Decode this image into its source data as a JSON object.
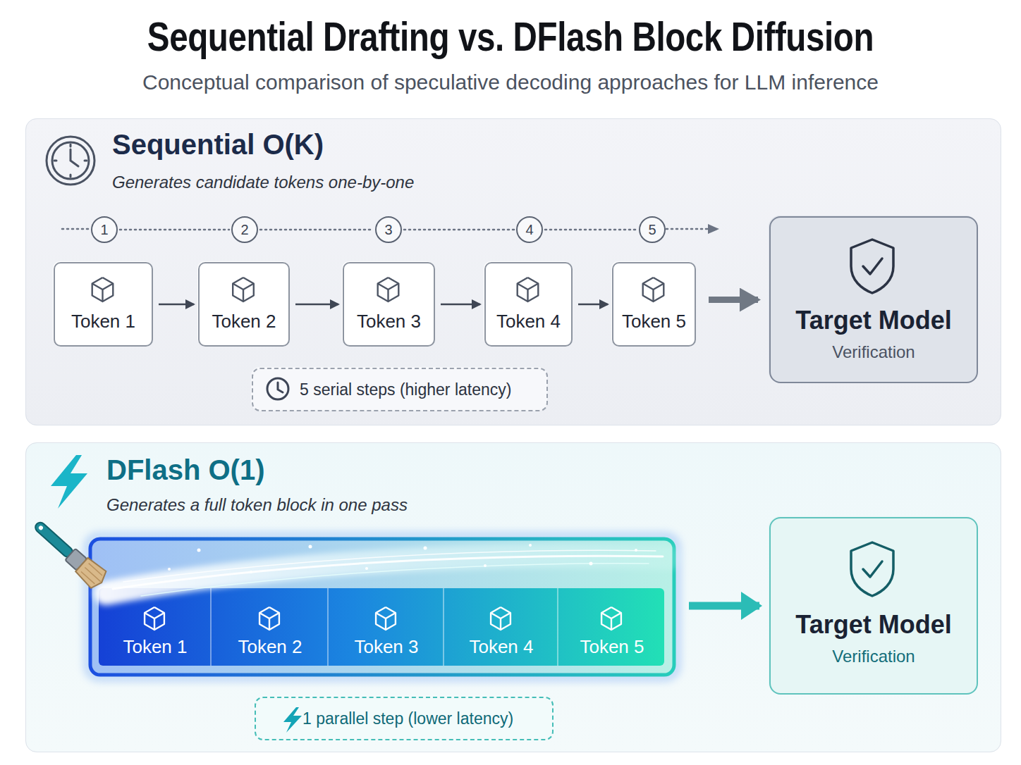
{
  "diagram": {
    "title": "Sequential Drafting vs. DFlash Block Diffusion",
    "caption": "Conceptual comparison of speculative decoding approaches for LLM inference",
    "nodes": [
      {
        "text": [
          "Sequential O(K)",
          "Generates candidate tokens one-by-one"
        ]
      },
      {
        "text": [
          "1"
        ],
        "in": 0
      },
      {
        "text": [
          "2"
        ],
        "in": 0
      },
      {
        "text": [
          "3"
        ],
        "in": 0
      },
      {
        "text": [
          "4"
        ],
        "in": 0
      },
      {
        "text": [
          "5"
        ],
        "in": 0
      },
      {
        "text": [
          "Token 1"
        ],
        "in": 0
      },
      {
        "text": [
          "Token 2"
        ],
        "in": 0
      },
      {
        "text": [
          "Token 3"
        ],
        "in": 0
      },
      {
        "text": [
          "Token 4"
        ],
        "in": 0
      },
      {
        "text": [
          "Token 5"
        ],
        "in": 0
      },
      {
        "text": [
          "Target Model",
          "Verification"
        ],
        "in": 0
      },
      {
        "text": [
          "5 serial steps (higher latency)"
        ],
        "in": 0
      },
      {
        "text": [
          "DFlash O(1)",
          "Generates a full token block in one pass"
        ]
      },
      {
        "text": [
          "Token 1"
        ],
        "in": 13
      },
      {
        "text": [
          "Token 2"
        ],
        "in": 13
      },
      {
        "text": [
          "Token 3"
        ],
        "in": 13
      },
      {
        "text": [
          "Token 4"
        ],
        "in": 13
      },
      {
        "text": [
          "Token 5"
        ],
        "in": 13
      },
      {
        "text": [
          "Target Model",
          "Verification"
        ],
        "in": 13
      },
      {
        "text": [
          "1 parallel step (lower latency)"
        ],
        "in": 13
      }
    ],
    "edges": [
      {
        "from": 1,
        "to": 2,
        "arrow": "none"
      },
      {
        "from": 2,
        "to": 3,
        "arrow": "none"
      },
      {
        "from": 3,
        "to": 4,
        "arrow": "none"
      },
      {
        "from": 4,
        "to": 5,
        "arrow": "none"
      },
      {
        "from": 6,
        "to": 7,
        "arrow": "to"
      },
      {
        "from": 7,
        "to": 8,
        "arrow": "to"
      },
      {
        "from": 8,
        "to": 9,
        "arrow": "to"
      },
      {
        "from": 9,
        "to": 10,
        "arrow": "to"
      },
      {
        "from": 10,
        "to": 11,
        "arrow": "to"
      },
      {
        "from": 18,
        "to": 19,
        "arrow": "to"
      }
    ]
  }
}
